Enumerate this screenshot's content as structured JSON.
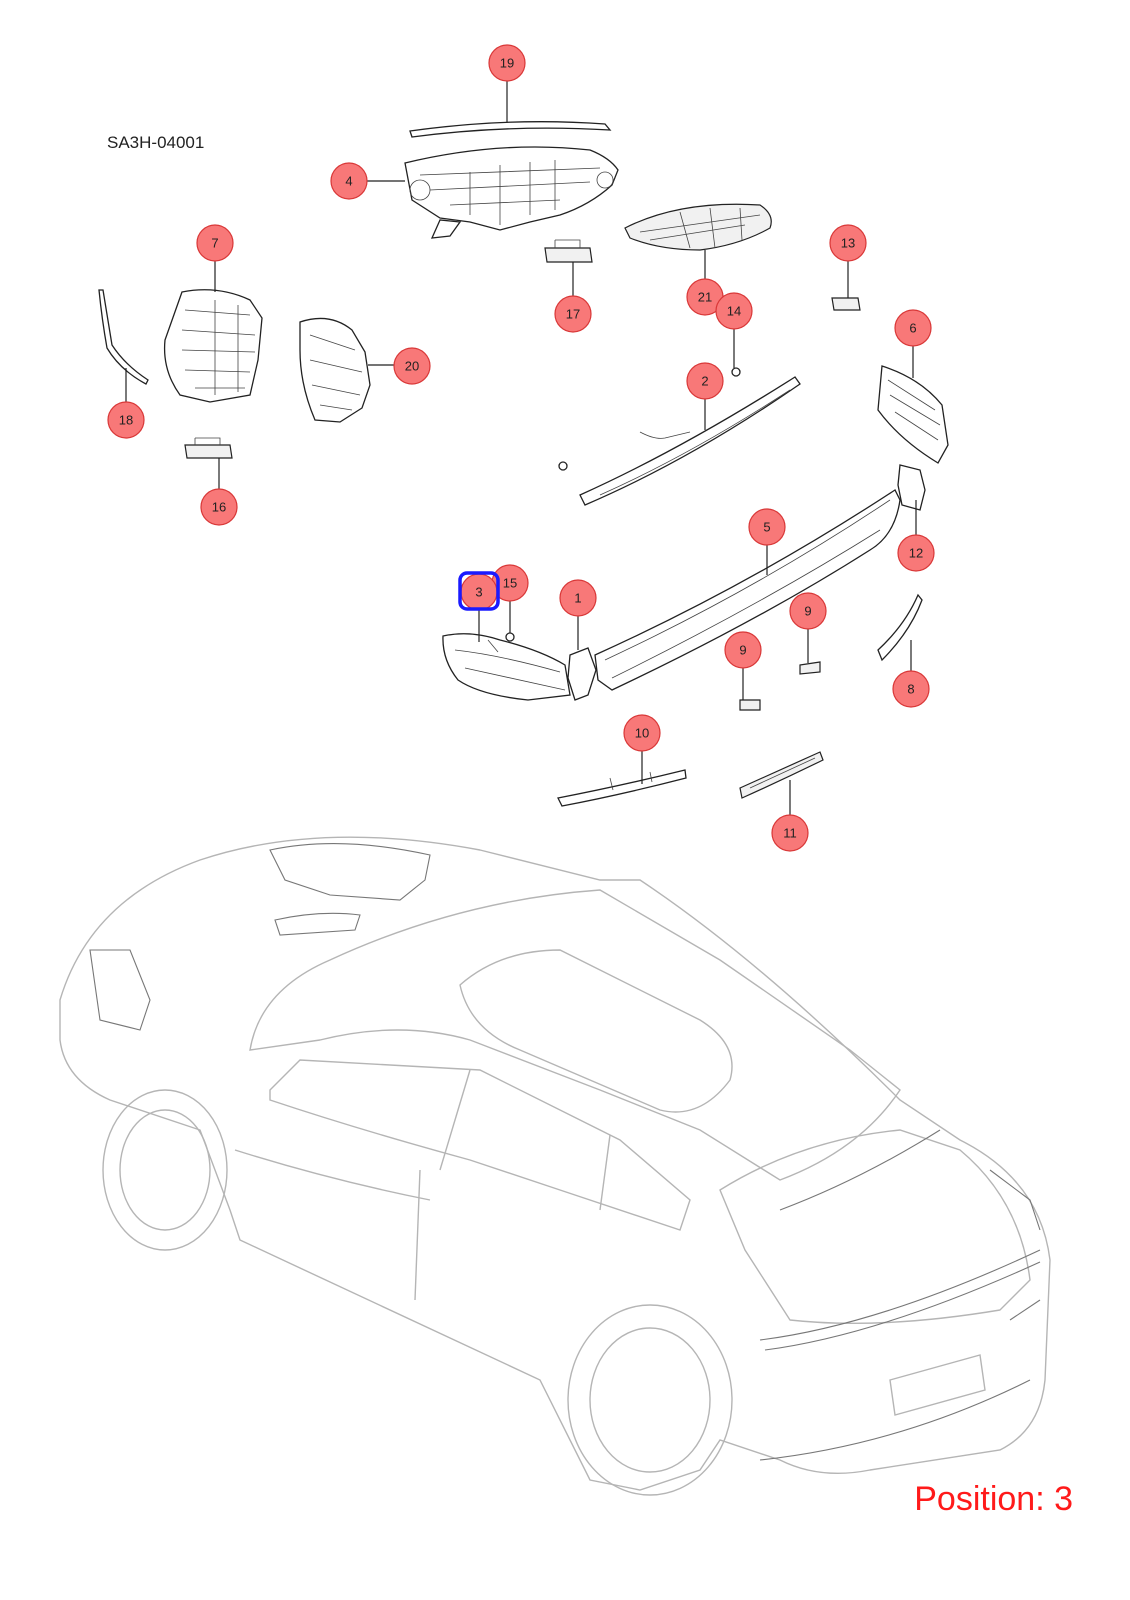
{
  "diagram_code": "SA3H-04001",
  "position_label": "Position: 3",
  "highlighted_callout": "3",
  "callouts": [
    {
      "id": "c19",
      "label": "19"
    },
    {
      "id": "c4",
      "label": "4"
    },
    {
      "id": "c7",
      "label": "7"
    },
    {
      "id": "c13",
      "label": "13"
    },
    {
      "id": "c21",
      "label": "21"
    },
    {
      "id": "c17",
      "label": "17"
    },
    {
      "id": "c14",
      "label": "14"
    },
    {
      "id": "c6",
      "label": "6"
    },
    {
      "id": "c20",
      "label": "20"
    },
    {
      "id": "c2",
      "label": "2"
    },
    {
      "id": "c18",
      "label": "18"
    },
    {
      "id": "c16",
      "label": "16"
    },
    {
      "id": "c5",
      "label": "5"
    },
    {
      "id": "c12",
      "label": "12"
    },
    {
      "id": "c3",
      "label": "3"
    },
    {
      "id": "c15",
      "label": "15"
    },
    {
      "id": "c1",
      "label": "1"
    },
    {
      "id": "c9a",
      "label": "9"
    },
    {
      "id": "c9b",
      "label": "9"
    },
    {
      "id": "c8",
      "label": "8"
    },
    {
      "id": "c10",
      "label": "10"
    },
    {
      "id": "c11",
      "label": "11"
    }
  ],
  "colors": {
    "callout_fill": "#f87878",
    "highlight": "#1a1aff",
    "position_text": "#ff1a1a"
  }
}
